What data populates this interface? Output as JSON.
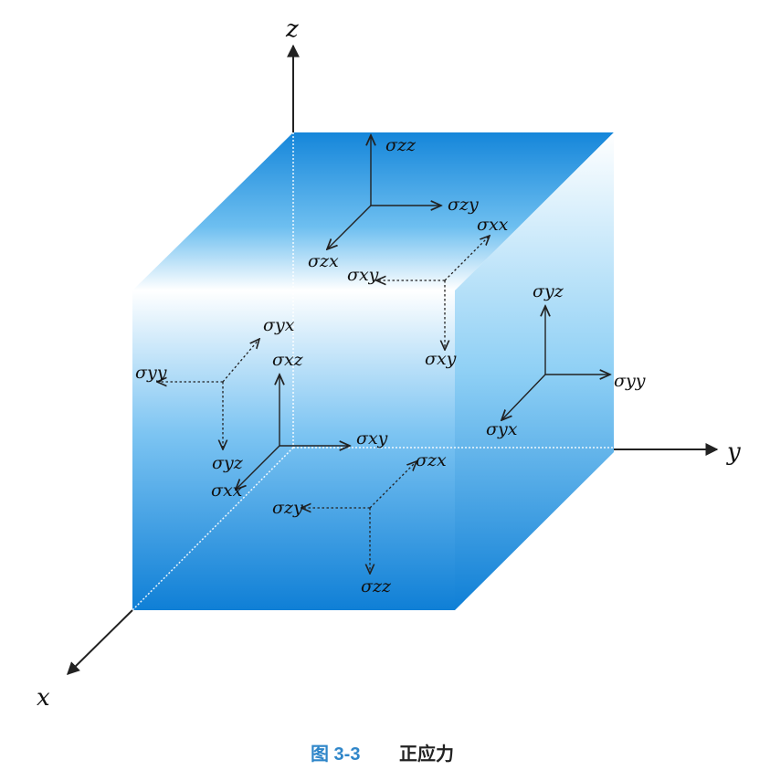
{
  "axes": {
    "x": "x",
    "y": "y",
    "z": "z"
  },
  "stress_labels": {
    "top_zz": "σzz",
    "top_zy": "σzy",
    "top_zx": "σzx",
    "back_xx": "σxx",
    "back_xy_left": "σxy",
    "back_xy_down": "σxy",
    "right_yz": "σyz",
    "right_yy": "σyy",
    "right_yx": "σyx",
    "left_yx": "σyx",
    "left_yy": "σyy",
    "left_yz": "σyz",
    "mid_xz": "σxz",
    "mid_xy": "σxy",
    "mid_xx": "σxx",
    "front_zx": "σzx",
    "front_zy": "σzy",
    "front_zz": "σzz"
  },
  "caption": {
    "number": "图 3-3",
    "title": "正应力"
  },
  "colors": {
    "cube_dark": "#0f7fd6",
    "cube_light": "#ffffff",
    "caption_accent": "#2f86c9"
  }
}
